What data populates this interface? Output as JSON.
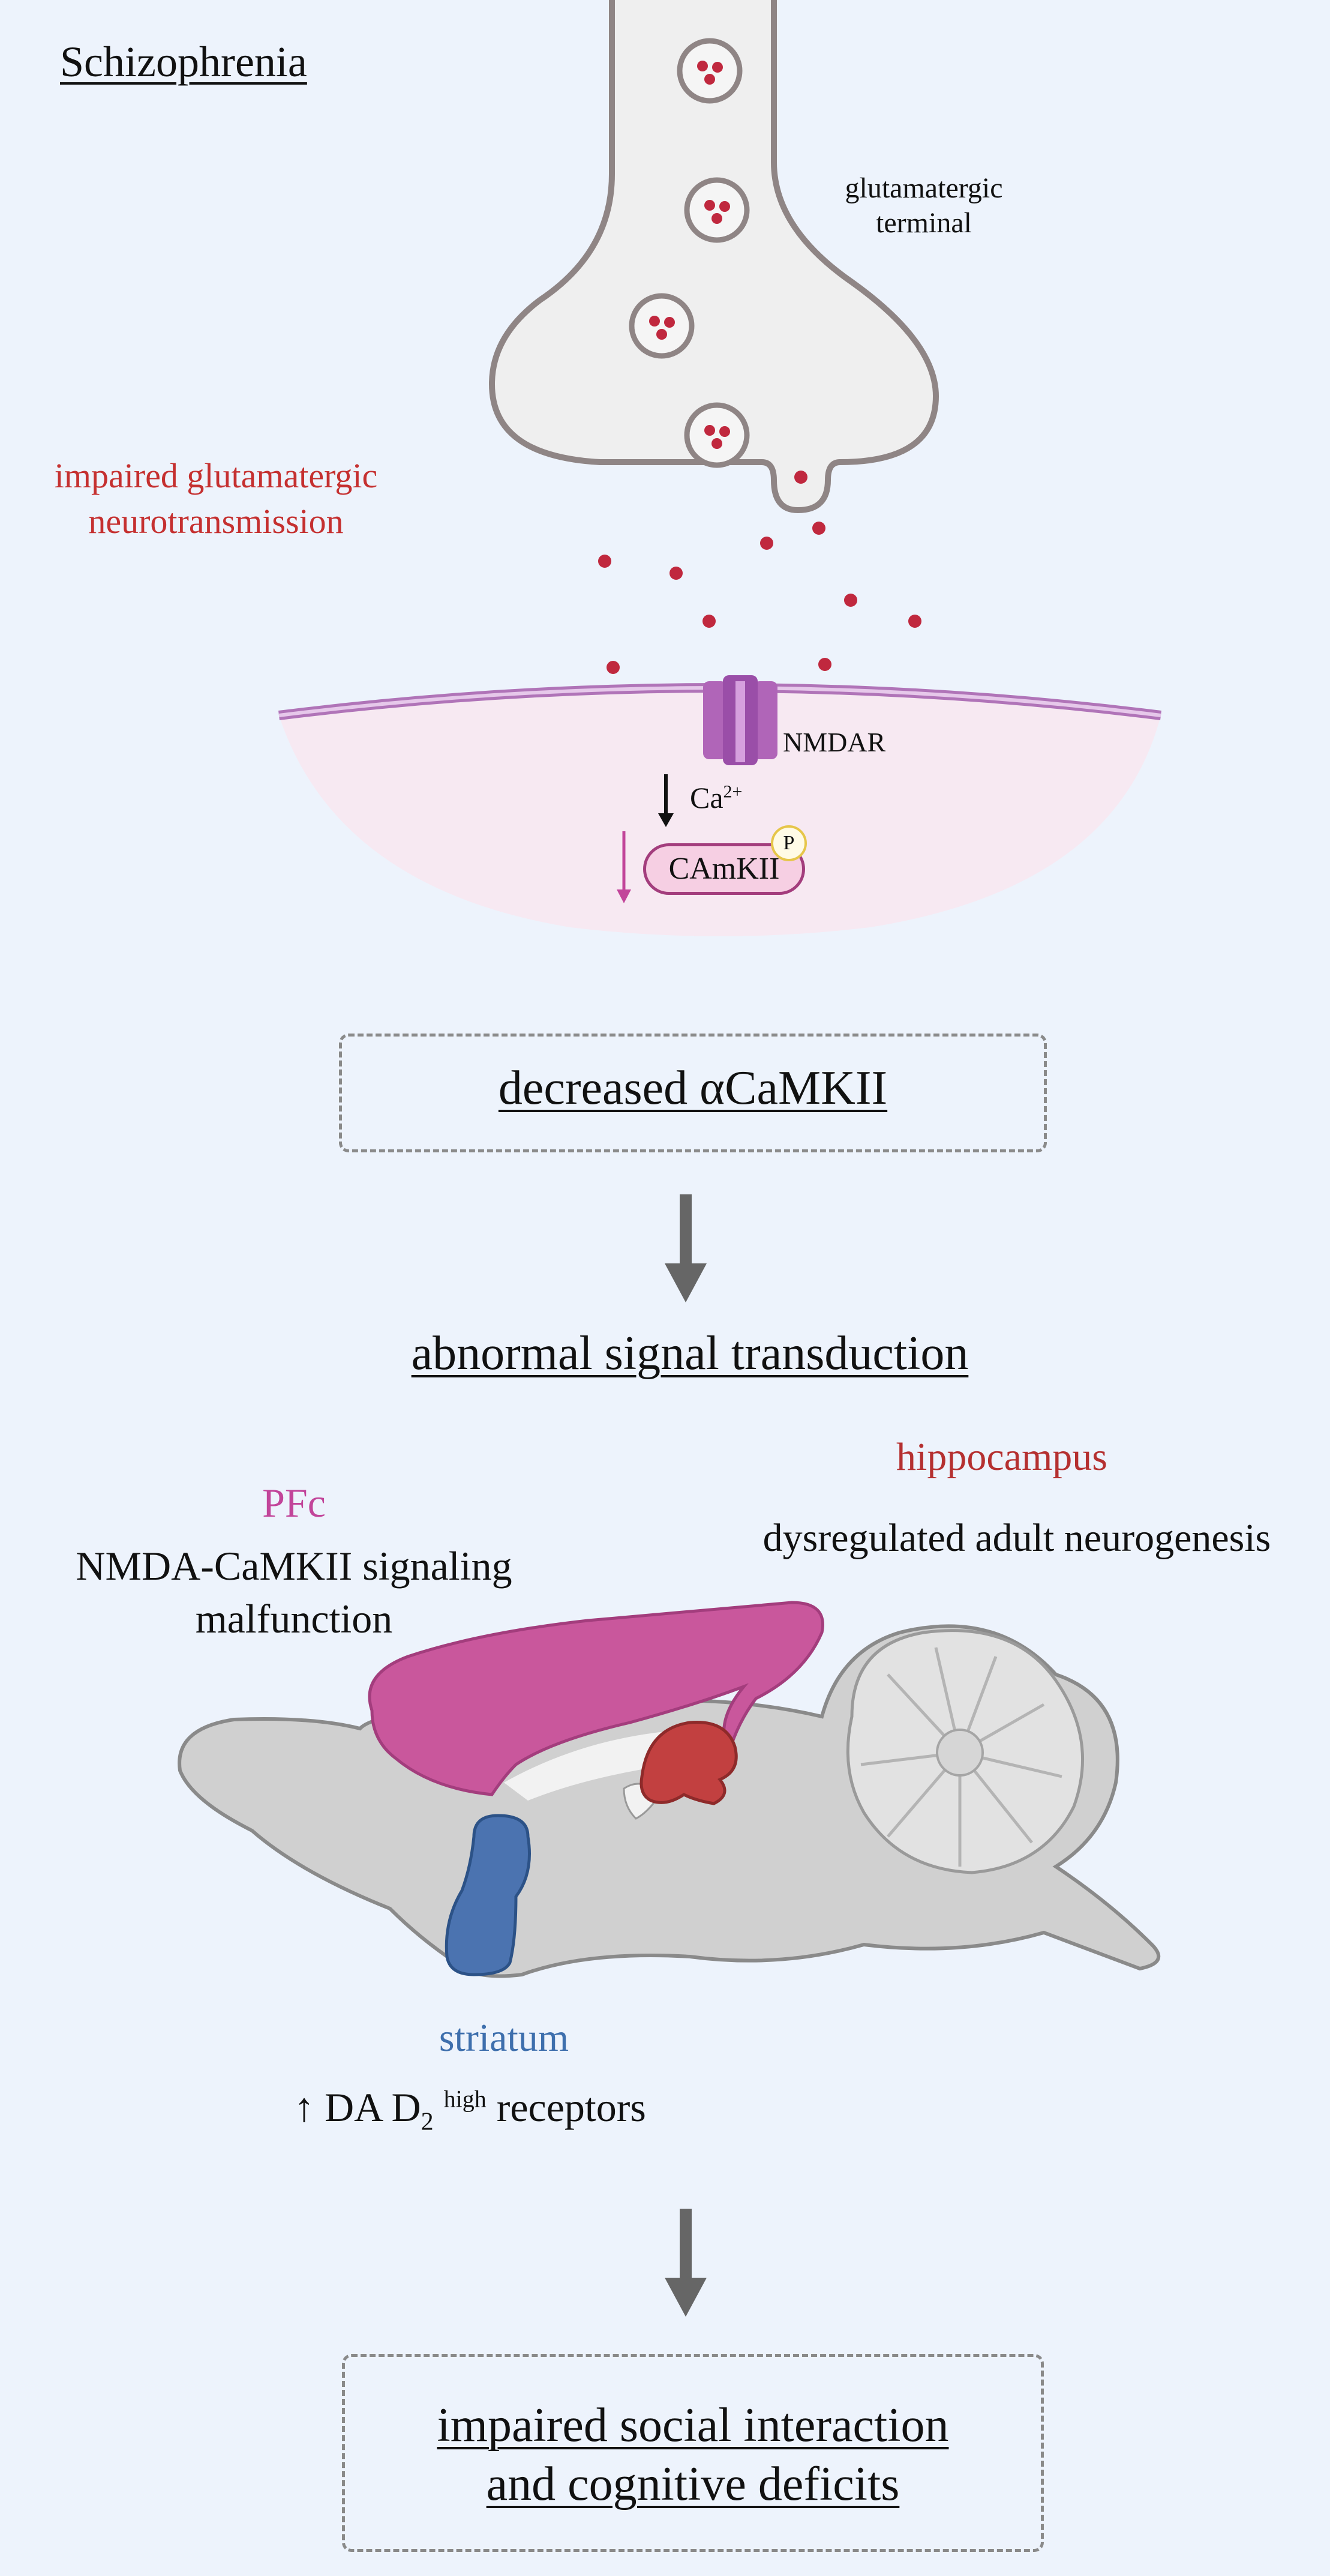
{
  "title": "Schizophrenia",
  "synapse": {
    "terminal_label_line1": "glutamatergic",
    "terminal_label_line2": "terminal",
    "impaired_line1": "impaired glutamatergic",
    "impaired_line2": "neurotransmission",
    "receptor_label": "NMDAR",
    "ion": "Ca",
    "ion_charge": "2+",
    "kinase_label": "CAmKII",
    "phospho_badge": "P"
  },
  "flow": {
    "step1": "decreased αCaMKII",
    "step2": "abnormal signal transduction",
    "final_line1": "impaired social interaction",
    "final_line2": "and cognitive deficits"
  },
  "brain": {
    "pfc_title": "PFc",
    "pfc_line1": "NMDA-CaMKII signaling",
    "pfc_line2": "malfunction",
    "hippo_title": "hippocampus",
    "hippo_desc": "dysregulated adult neurogenesis",
    "striatum_title": "striatum",
    "da_arrow": "↑",
    "da_prefix": "DA D",
    "da_sub": "2",
    "da_sup": "high",
    "da_suffix": " receptors"
  },
  "colors": {
    "background": "#edf3fc",
    "red": "#c53030",
    "pfc": "#c2459a",
    "striatum": "#3e6fad",
    "hippocampus": "#b53030",
    "arrow": "#666666"
  }
}
